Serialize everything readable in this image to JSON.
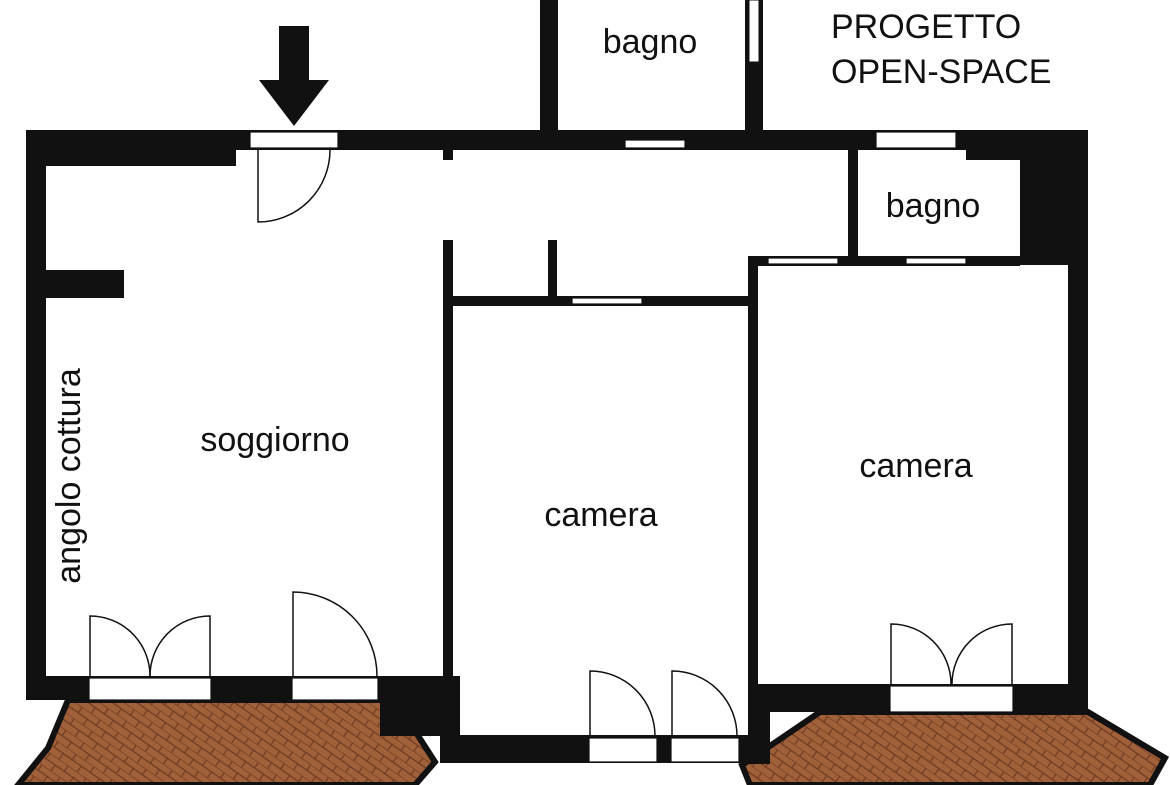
{
  "title": {
    "line1": "PROGETTO",
    "line2": "OPEN-SPACE"
  },
  "rooms": {
    "bathroom_top": "bagno",
    "bathroom_right": "bagno",
    "living": "soggiorno",
    "kitchen_corner": "angolo cottura",
    "bedroom_center": "camera",
    "bedroom_right": "camera"
  },
  "colors": {
    "wall": "#111111",
    "floor": "#ffffff",
    "balcony": "#a0603a",
    "arrow": "#111111"
  },
  "icons": {
    "entrance": "entrance-arrow-icon"
  }
}
